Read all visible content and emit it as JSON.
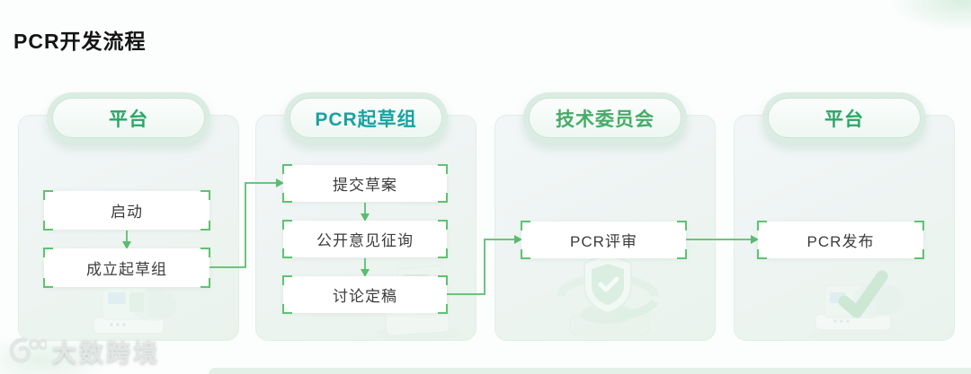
{
  "page": {
    "title": "PCR开发流程"
  },
  "flow": {
    "columns": [
      {
        "header": "平台",
        "steps": [
          "启动",
          "成立起草组"
        ]
      },
      {
        "header": "PCR起草组",
        "steps": [
          "提交草案",
          "公开意见征询",
          "讨论定稿"
        ]
      },
      {
        "header": "技术委员会",
        "steps": [
          "PCR评审"
        ]
      },
      {
        "header": "平台",
        "steps": [
          "PCR发布"
        ]
      }
    ]
  },
  "watermark": {
    "brand": "大数跨境"
  },
  "colors": {
    "platform_header": "#2aa768",
    "drafting_header": "#18a3a0",
    "committee_header": "#46ab69",
    "line_green": "#6cc47e",
    "bracket_green": "#5fc271",
    "node_text": "#3c3c3c"
  }
}
